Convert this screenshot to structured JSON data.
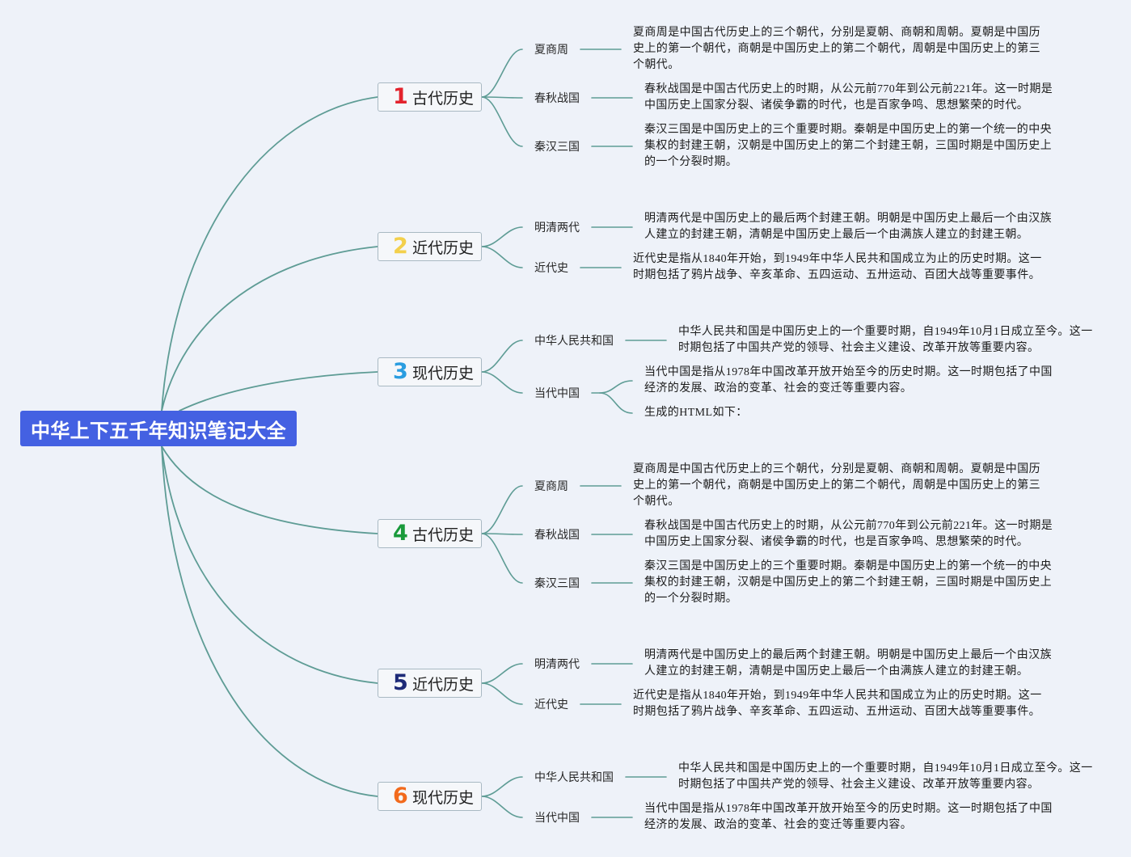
{
  "colors": {
    "background": "#eef2f9",
    "root_fill": "#4461e2",
    "root_text": "#ffffff",
    "connector": "#5e9c95",
    "branch_border": "#a9b9c3",
    "branch_fill": "#f5f7fa"
  },
  "root": {
    "title": "中华上下五千年知识笔记大全"
  },
  "branches": [
    {
      "number": "1",
      "number_color": "#e3232d",
      "title": "古代历史",
      "items": [
        {
          "label": "夏商周",
          "notes": [
            {
              "lines": [
                "夏商周是中国古代历史上的三个朝代，分别是夏朝、商朝和周朝。夏朝是中国历",
                "史上的第一个朝代，商朝是中国历史上的第二个朝代，周朝是中国历史上的第三",
                "个朝代。"
              ]
            }
          ]
        },
        {
          "label": "春秋战国",
          "notes": [
            {
              "lines": [
                "春秋战国是中国古代历史上的时期，从公元前770年到公元前221年。这一时期是",
                "中国历史上国家分裂、诸侯争霸的时代，也是百家争鸣、思想繁荣的时代。"
              ]
            }
          ]
        },
        {
          "label": "秦汉三国",
          "notes": [
            {
              "lines": [
                "秦汉三国是中国历史上的三个重要时期。秦朝是中国历史上的第一个统一的中央",
                "集权的封建王朝，汉朝是中国历史上的第二个封建王朝，三国时期是中国历史上",
                "的一个分裂时期。"
              ]
            }
          ]
        }
      ]
    },
    {
      "number": "2",
      "number_color": "#f3d04c",
      "title": "近代历史",
      "items": [
        {
          "label": "明清两代",
          "notes": [
            {
              "lines": [
                "明清两代是中国历史上的最后两个封建王朝。明朝是中国历史上最后一个由汉族",
                "人建立的封建王朝，清朝是中国历史上最后一个由满族人建立的封建王朝。"
              ]
            }
          ]
        },
        {
          "label": "近代史",
          "notes": [
            {
              "lines": [
                "近代史是指从1840年开始，到1949年中华人民共和国成立为止的历史时期。这一",
                "时期包括了鸦片战争、辛亥革命、五四运动、五卅运动、百团大战等重要事件。"
              ]
            }
          ]
        }
      ]
    },
    {
      "number": "3",
      "number_color": "#2a9de0",
      "title": "现代历史",
      "items": [
        {
          "label": "中华人民共和国",
          "notes": [
            {
              "lines": [
                "中华人民共和国是中国历史上的一个重要时期，自1949年10月1日成立至今。这一",
                "时期包括了中国共产党的领导、社会主义建设、改革开放等重要内容。"
              ]
            }
          ]
        },
        {
          "label": "当代中国",
          "notes": [
            {
              "lines": [
                "当代中国是指从1978年中国改革开放开始至今的历史时期。这一时期包括了中国",
                "经济的发展、政治的变革、社会的变迁等重要内容。"
              ]
            },
            {
              "lines": [
                "生成的HTML如下："
              ]
            }
          ]
        }
      ]
    },
    {
      "number": "4",
      "number_color": "#1a9a3b",
      "title": "古代历史",
      "items": [
        {
          "label": "夏商周",
          "notes": [
            {
              "lines": [
                "夏商周是中国古代历史上的三个朝代，分别是夏朝、商朝和周朝。夏朝是中国历",
                "史上的第一个朝代，商朝是中国历史上的第二个朝代，周朝是中国历史上的第三",
                "个朝代。"
              ]
            }
          ]
        },
        {
          "label": "春秋战国",
          "notes": [
            {
              "lines": [
                "春秋战国是中国古代历史上的时期，从公元前770年到公元前221年。这一时期是",
                "中国历史上国家分裂、诸侯争霸的时代，也是百家争鸣、思想繁荣的时代。"
              ]
            }
          ]
        },
        {
          "label": "秦汉三国",
          "notes": [
            {
              "lines": [
                "秦汉三国是中国历史上的三个重要时期。秦朝是中国历史上的第一个统一的中央",
                "集权的封建王朝，汉朝是中国历史上的第二个封建王朝，三国时期是中国历史上",
                "的一个分裂时期。"
              ]
            }
          ]
        }
      ]
    },
    {
      "number": "5",
      "number_color": "#1d2a78",
      "title": "近代历史",
      "items": [
        {
          "label": "明清两代",
          "notes": [
            {
              "lines": [
                "明清两代是中国历史上的最后两个封建王朝。明朝是中国历史上最后一个由汉族",
                "人建立的封建王朝，清朝是中国历史上最后一个由满族人建立的封建王朝。"
              ]
            }
          ]
        },
        {
          "label": "近代史",
          "notes": [
            {
              "lines": [
                "近代史是指从1840年开始，到1949年中华人民共和国成立为止的历史时期。这一",
                "时期包括了鸦片战争、辛亥革命、五四运动、五卅运动、百团大战等重要事件。"
              ]
            }
          ]
        }
      ]
    },
    {
      "number": "6",
      "number_color": "#f26a1c",
      "title": "现代历史",
      "items": [
        {
          "label": "中华人民共和国",
          "notes": [
            {
              "lines": [
                "中华人民共和国是中国历史上的一个重要时期，自1949年10月1日成立至今。这一",
                "时期包括了中国共产党的领导、社会主义建设、改革开放等重要内容。"
              ]
            }
          ]
        },
        {
          "label": "当代中国",
          "notes": [
            {
              "lines": [
                "当代中国是指从1978年中国改革开放开始至今的历史时期。这一时期包括了中国",
                "经济的发展、政治的变革、社会的变迁等重要内容。"
              ]
            }
          ]
        }
      ]
    }
  ]
}
